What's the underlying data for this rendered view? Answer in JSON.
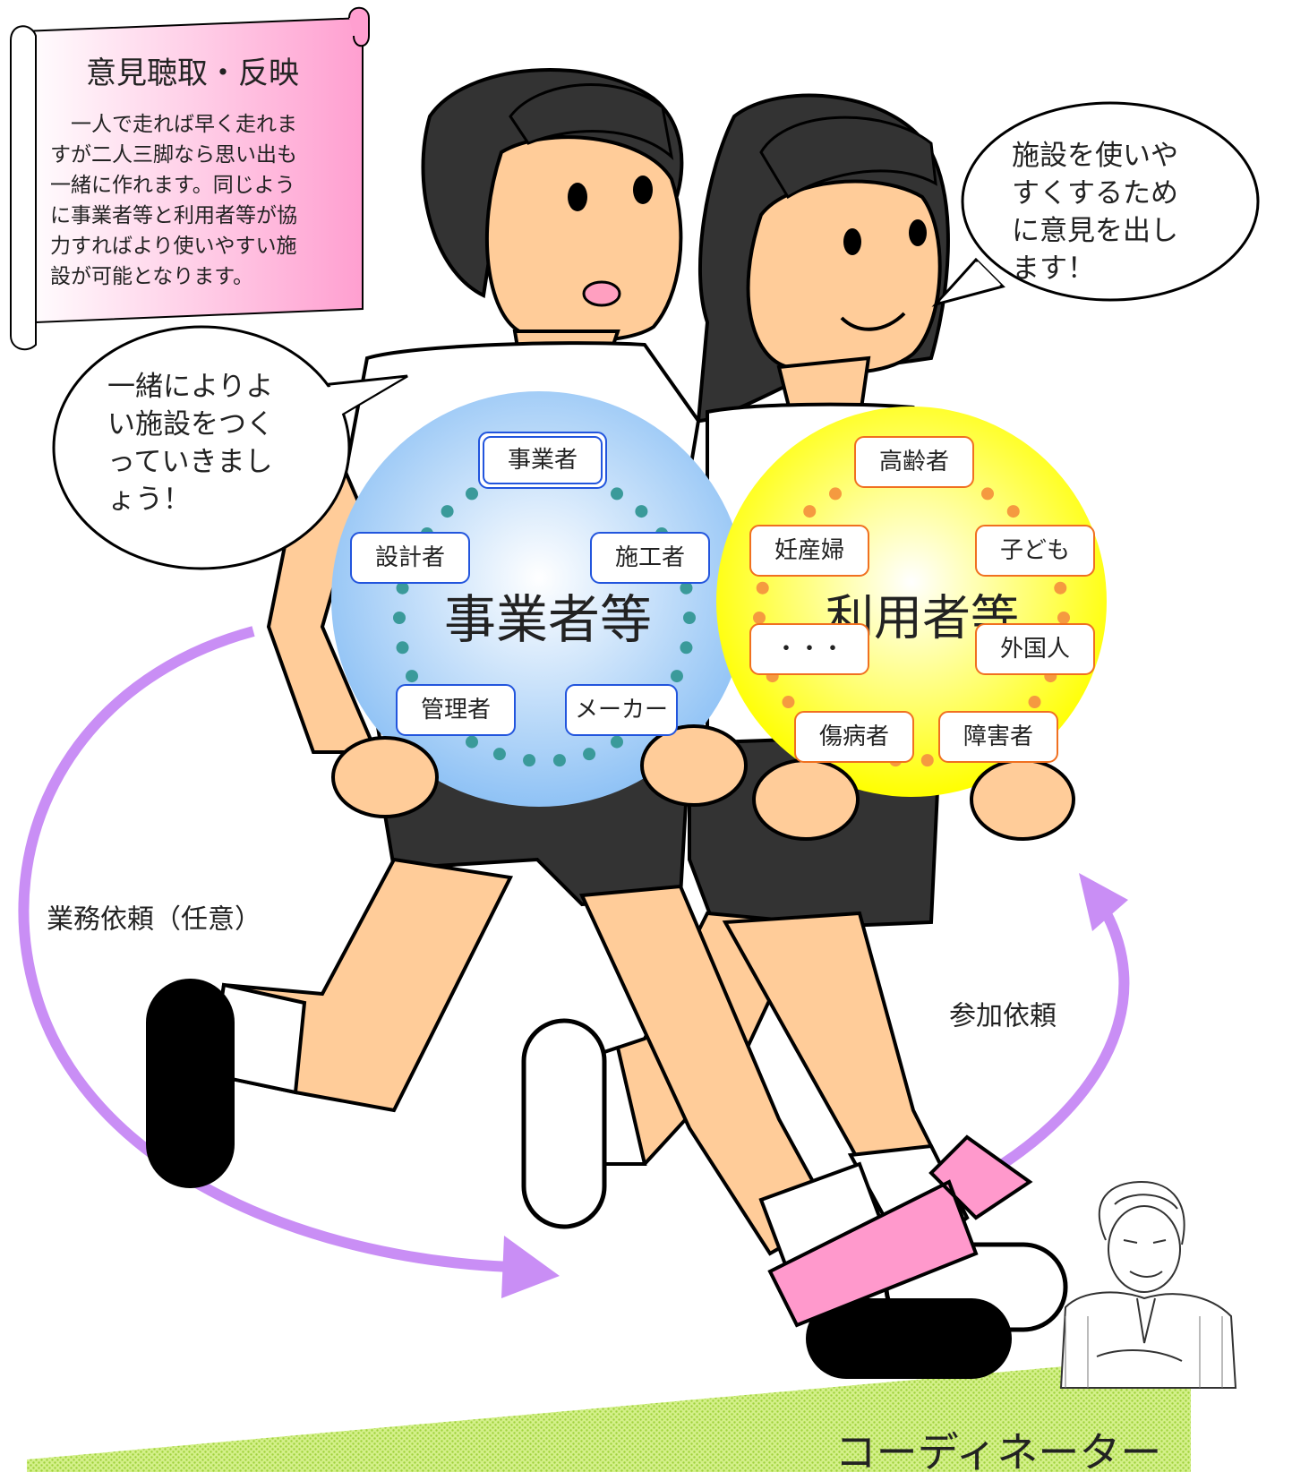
{
  "scroll": {
    "title": "意見聴取・反映",
    "lines": [
      "　一人で走れば早く走れま",
      "すが二人三脚なら思い出も",
      "一緒に作れます。同じよう",
      "に事業者等と利用者等が協",
      "力すればより使いやすい施",
      "設が可能となります。"
    ]
  },
  "bubble_left": {
    "lines": [
      "一緒によりよ",
      "い施設をつく",
      "っていきまし",
      "ょう！"
    ]
  },
  "bubble_right": {
    "lines": [
      "施設を使いや",
      "すくするため",
      "に意見を出し",
      "ます！"
    ]
  },
  "business": {
    "title": "事業者等",
    "members": [
      "事業者",
      "設計者",
      "施工者",
      "管理者",
      "メーカー"
    ]
  },
  "users": {
    "title": "利用者等",
    "members": [
      "高齢者",
      "妊産婦",
      "子ども",
      "・・・",
      "外国人",
      "傷病者",
      "障害者"
    ]
  },
  "arrows": {
    "left_label": "業務依頼（任意）",
    "right_label": "参加依頼"
  },
  "coordinator": {
    "label": "コーディネーター"
  },
  "colors": {
    "business_title": "#1f4e9c",
    "users_title": "#f07020",
    "coordinator": "#2e9e2e",
    "arrow": "#c98ef5",
    "scroll": "#ff9fd0"
  }
}
